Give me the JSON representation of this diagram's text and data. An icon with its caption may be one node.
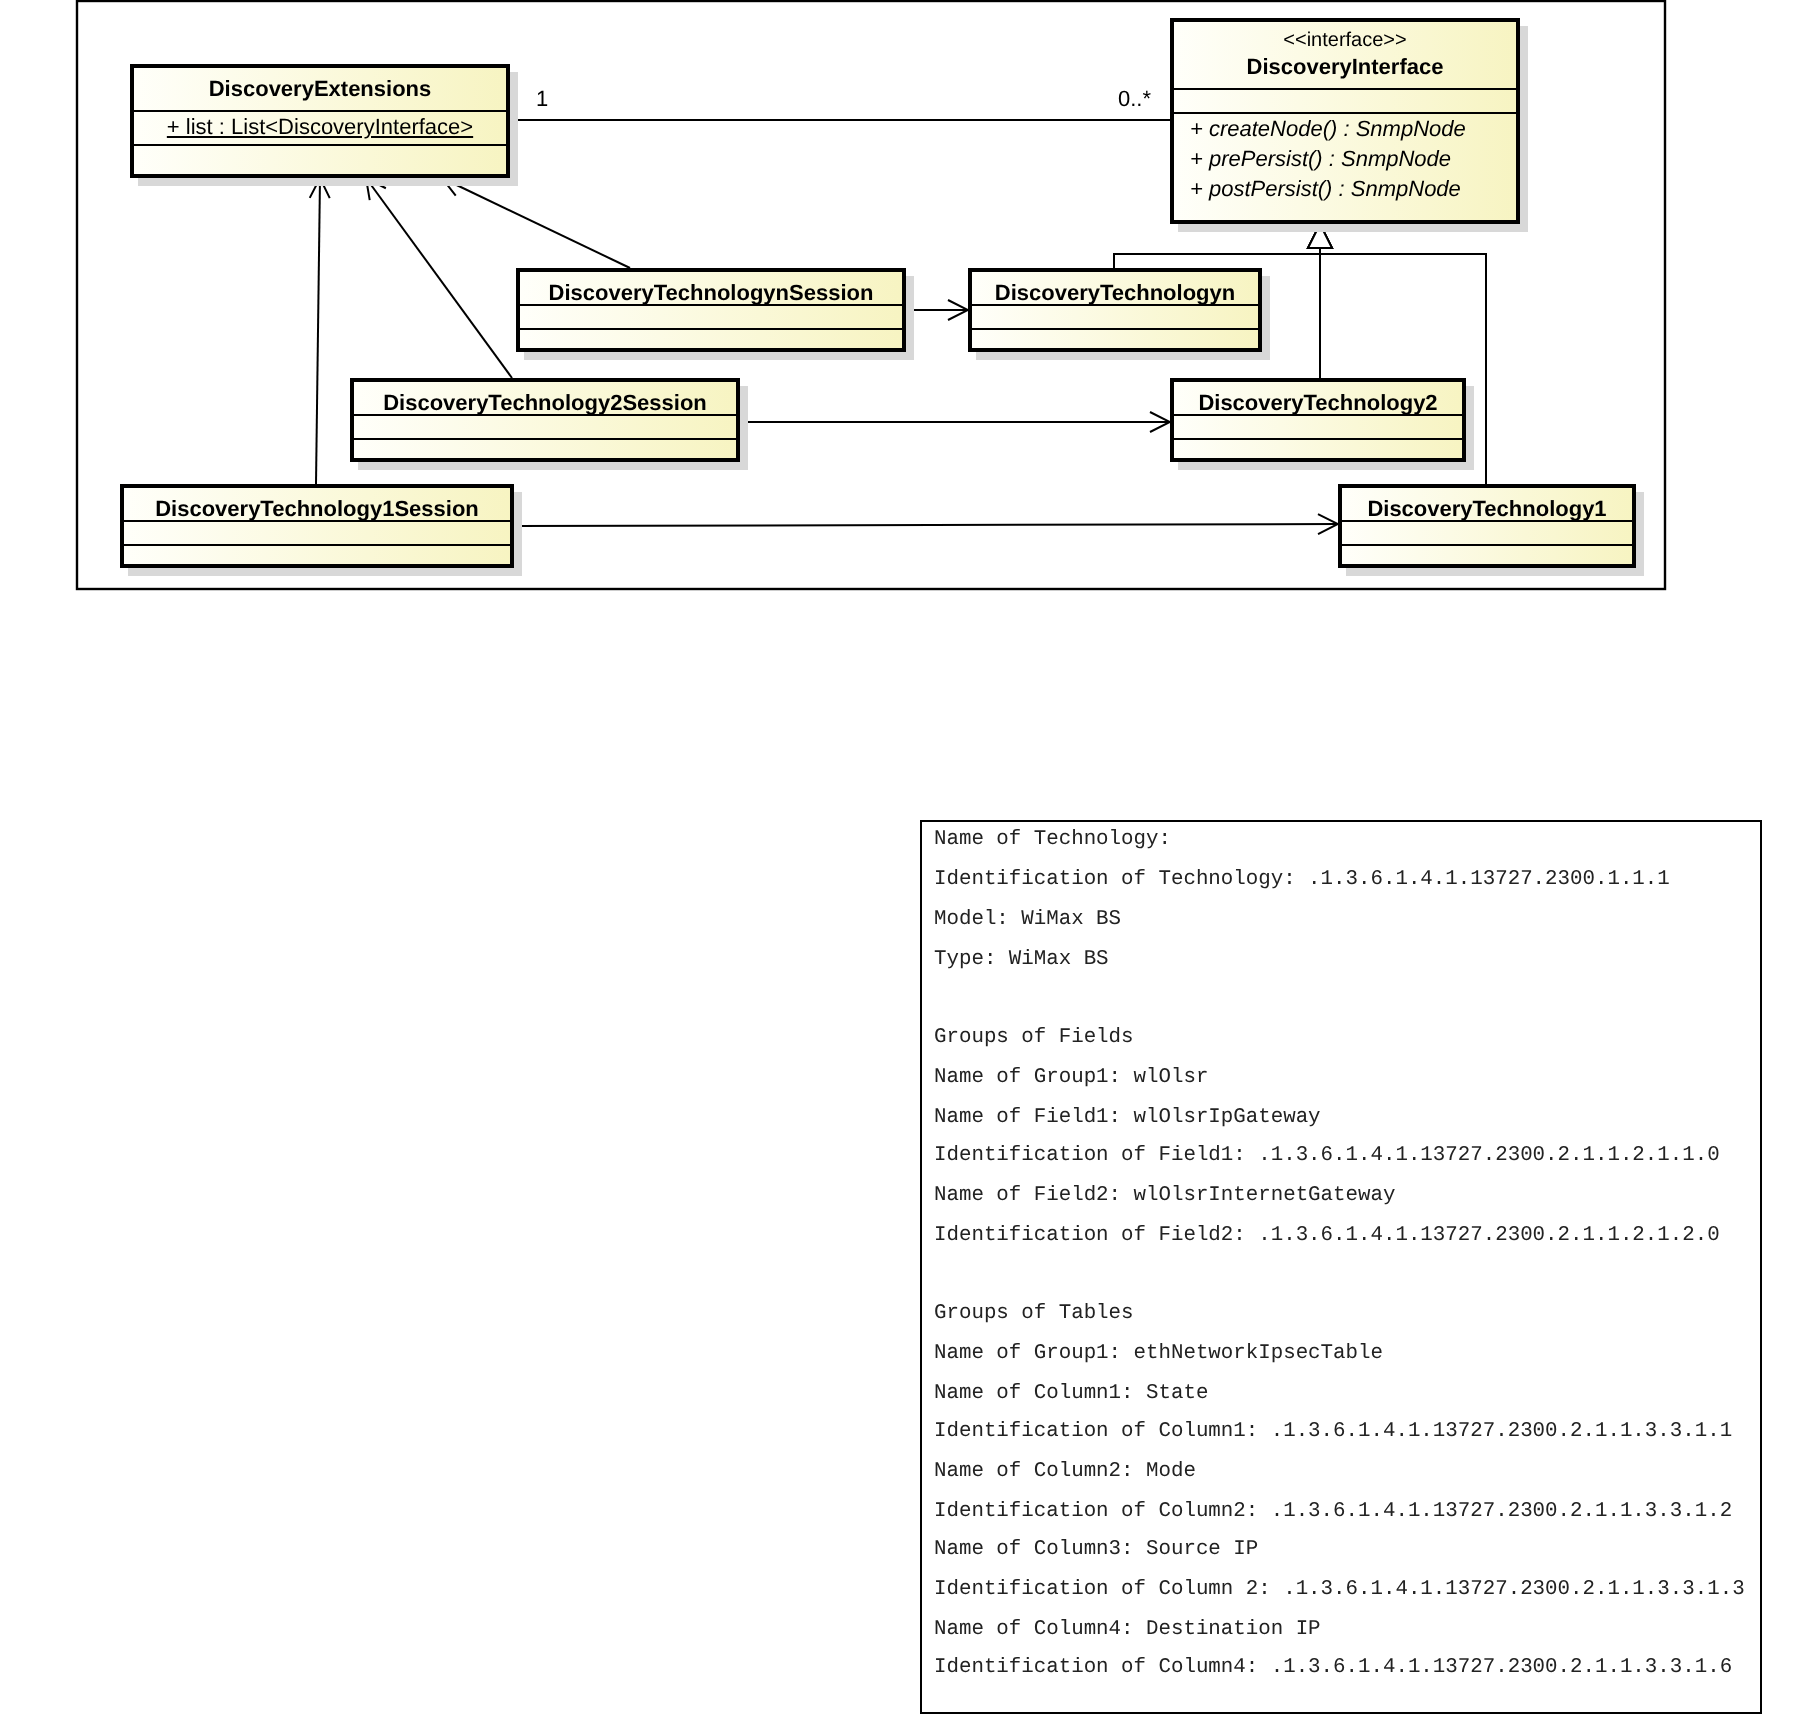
{
  "diagram": {
    "nodes": [
      {
        "text": [
          "DiscoveryExtensions",
          "+ list : List<DiscoveryInterface>"
        ]
      },
      {
        "text": [
          "<<interface>>",
          "DiscoveryInterface",
          "+ createNode() : SnmpNode",
          "+ prePersist() : SnmpNode",
          "+ postPersist() : SnmpNode"
        ]
      },
      {
        "text": [
          "DiscoveryTechnologynSession"
        ]
      },
      {
        "text": [
          "DiscoveryTechnologyn"
        ]
      },
      {
        "text": [
          "DiscoveryTechnology2Session"
        ]
      },
      {
        "text": [
          "DiscoveryTechnology2"
        ]
      },
      {
        "text": [
          "DiscoveryTechnology1Session"
        ]
      },
      {
        "text": [
          "DiscoveryTechnology1"
        ]
      },
      {
        "text": [
          "Name of Technology:",
          "Identification of Technology: .1.3.6.1.4.1.13727.2300.1.1.1",
          "Model: WiMax BS",
          "Type: WiMax BS",
          "Groups of Fields",
          "Name of Group1: wlOlsr",
          "Name of Field1: wlOlsrIpGateway",
          "Identification of Field1: .1.3.6.1.4.1.13727.2300.2.1.1.2.1.1.0",
          "Name of Field2: wlOlsrInternetGateway",
          "Identification of Field2: .1.3.6.1.4.1.13727.2300.2.1.1.2.1.2.0",
          "Groups of Tables",
          "Name of Group1: ethNetworkIpsecTable",
          "Name of Column1: State",
          "Identification of Column1: .1.3.6.1.4.1.13727.2300.2.1.1.3.3.1.1",
          "Name of Column2: Mode",
          "Identification of Column2: .1.3.6.1.4.1.13727.2300.2.1.1.3.3.1.2",
          "Name of Column3: Source IP",
          "Identification of Column 2: .1.3.6.1.4.1.13727.2300.2.1.1.3.3.1.3",
          "Name of Column4: Destination IP",
          "Identification of Column4: .1.3.6.1.4.1.13727.2300.2.1.1.3.3.1.6"
        ]
      }
    ],
    "edges": [
      {
        "from": 0,
        "to": 1,
        "arrow": "none"
      },
      {
        "from": 2,
        "to": 0,
        "arrow": "to"
      },
      {
        "from": 4,
        "to": 0,
        "arrow": "to"
      },
      {
        "from": 6,
        "to": 0,
        "arrow": "to"
      },
      {
        "from": 2,
        "to": 3,
        "arrow": "to"
      },
      {
        "from": 4,
        "to": 5,
        "arrow": "to"
      },
      {
        "from": 6,
        "to": 7,
        "arrow": "to"
      },
      {
        "from": 3,
        "to": 1,
        "arrow": "to"
      },
      {
        "from": 5,
        "to": 1,
        "arrow": "to"
      },
      {
        "from": 7,
        "to": 1,
        "arrow": "to"
      }
    ],
    "labels": [
      "1",
      "0..*"
    ]
  }
}
